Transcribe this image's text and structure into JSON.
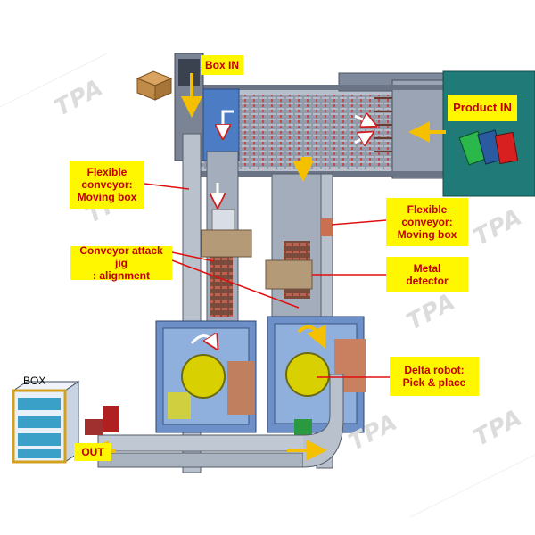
{
  "labels": {
    "box_in": "Box IN",
    "product_in": "Product IN",
    "flex_left": "Flexible\nconveyor:\nMoving box",
    "flex_right": "Flexible\nconveyor:\nMoving box",
    "jig": "Conveyor attack jig\n: alignment",
    "metal": "Metal\ndetector",
    "delta": "Delta robot:\nPick & place",
    "out": "OUT",
    "box": "BOX"
  },
  "watermark": "TPA",
  "colors": {
    "label_bg": "#fff700",
    "label_text": "#c00000",
    "product_panel": "#1f7a78",
    "arrow_yellow": "#f5c000",
    "leader_red": "#e01010",
    "robot_yellow": "#d8d000",
    "machine_blue": "#5a86c8"
  },
  "icons": [
    "cardboard-box-icon",
    "product-packages-icon",
    "packed-box-icon"
  ]
}
